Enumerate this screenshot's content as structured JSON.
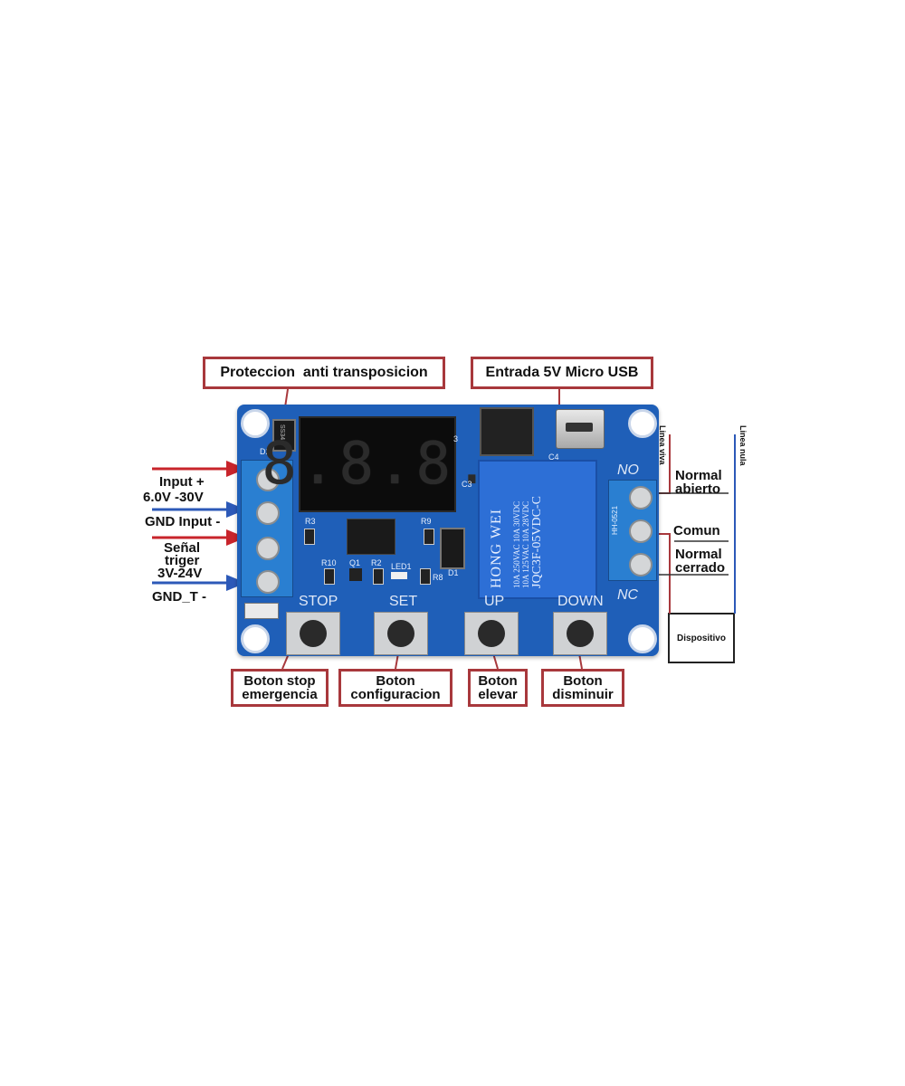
{
  "callouts": {
    "proteccion": "Proteccion  anti transposicion",
    "entrada": "Entrada 5V Micro USB",
    "boton_stop": [
      "Boton stop",
      "emergencia"
    ],
    "boton_config": [
      "Boton",
      "configuracion"
    ],
    "boton_elevar": [
      "Boton",
      "elevar"
    ],
    "boton_disminuir": [
      "Boton",
      "disminuir"
    ],
    "dispositivo": "Dispositivo"
  },
  "left_labels": {
    "input_plus": "Input +",
    "input_range": "6.0V -30V",
    "gnd_input": "GND Input -",
    "senal": "Señal",
    "triger": "triger",
    "triger_range": "3V-24V",
    "gnd_t": "GND_T -"
  },
  "right_labels": {
    "normal_abierto": [
      "Normal",
      "abierto"
    ],
    "comun": "Comun",
    "normal_cerrado": [
      "Normal",
      "cerrado"
    ],
    "linea_viva": "Linea viva",
    "linea_nula": "Linea nula"
  },
  "board": {
    "display": "8.8.8.",
    "buttons": [
      "STOP",
      "SET",
      "UP",
      "DOWN"
    ],
    "no": "NO",
    "nc": "NC",
    "relay_brand": "HONG WEI",
    "relay_model": "JQC3F-05VDC-C",
    "relay_rating1": "10A 250VAC 10A 30VDC",
    "relay_rating2": "10A 125VAC 10A 28VDC",
    "terminal_code": "HH-0521",
    "diode_mark": "SS34",
    "silkscreen": [
      "D2",
      "R3",
      "R9",
      "R10",
      "Q1",
      "R2",
      "LED1",
      "R8",
      "D1",
      "C3",
      "C4",
      "3"
    ]
  },
  "colors": {
    "callout_border": "#a8383c",
    "pcb": "#1f5fb8",
    "terminal": "#2a7fd1",
    "relay": "#2d6fd6",
    "arrow_red": "#c8242b",
    "arrow_blue": "#2c59b8"
  }
}
